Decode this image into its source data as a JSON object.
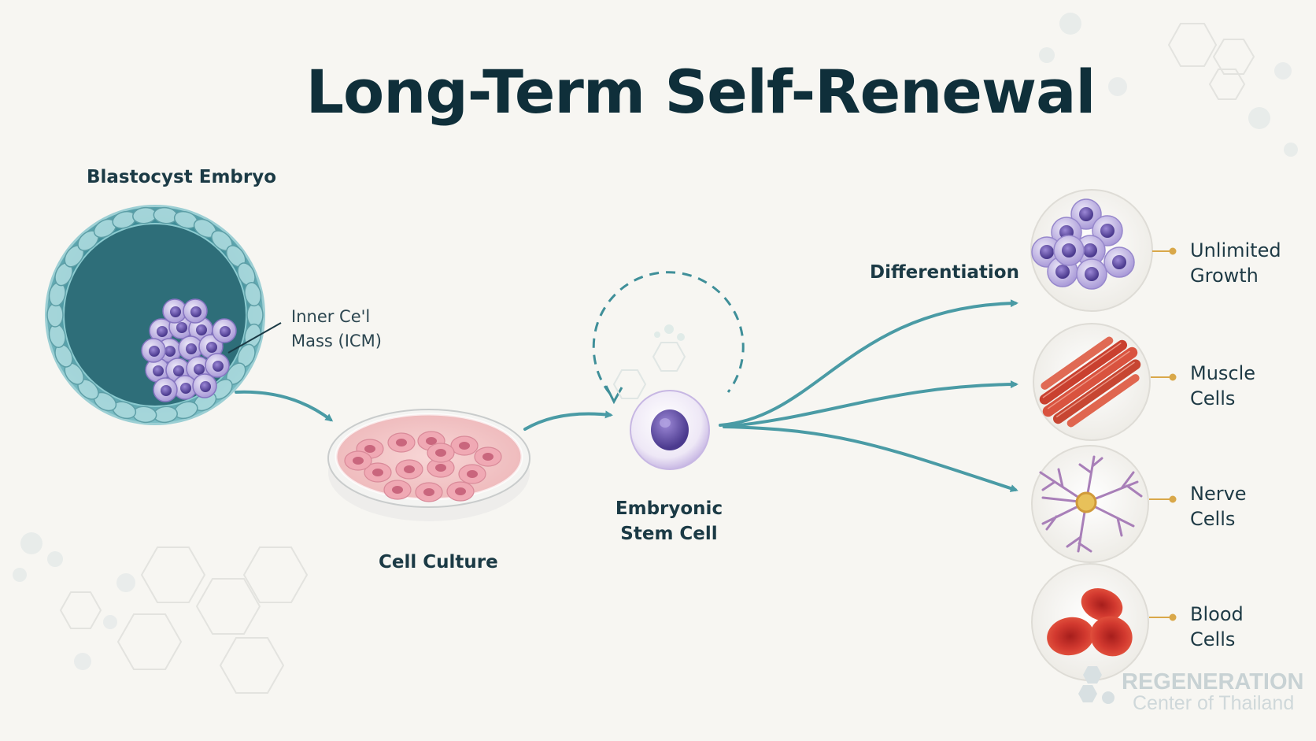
{
  "title": "Long-Term Self-Renewal",
  "labels": {
    "blastocyst": "Blastocyst Embryo",
    "icm_line1": "Inner Ce'l",
    "icm_line2": "Mass (ICM)",
    "culture": "Cell Culture",
    "stem_line1": "Embryonic",
    "stem_line2": "Stem Cell",
    "differentiation": "Differentiation"
  },
  "outcomes": [
    {
      "line1": "Unlimited",
      "line2": "Growth",
      "icon": "stem-cell-cluster-icon"
    },
    {
      "line1": "Muscle",
      "line2": "Cells",
      "icon": "muscle-fiber-icon"
    },
    {
      "line1": "Nerve",
      "line2": "Cells",
      "icon": "neuron-icon"
    },
    {
      "line1": "Blood",
      "line2": "Cells",
      "icon": "red-blood-cell-icon"
    }
  ],
  "watermark": {
    "line1": "REGENERATION",
    "line2": "Center of Thailand"
  },
  "colors": {
    "arrow": "#4a9ba5",
    "title": "#0f2f3a",
    "blastocyst": "#5a9faa",
    "icm": "#8a7cc4",
    "petri": "#f2c4c6",
    "muscle": "#d9533f",
    "blood": "#c7332b",
    "connector": "#d9a84a"
  }
}
